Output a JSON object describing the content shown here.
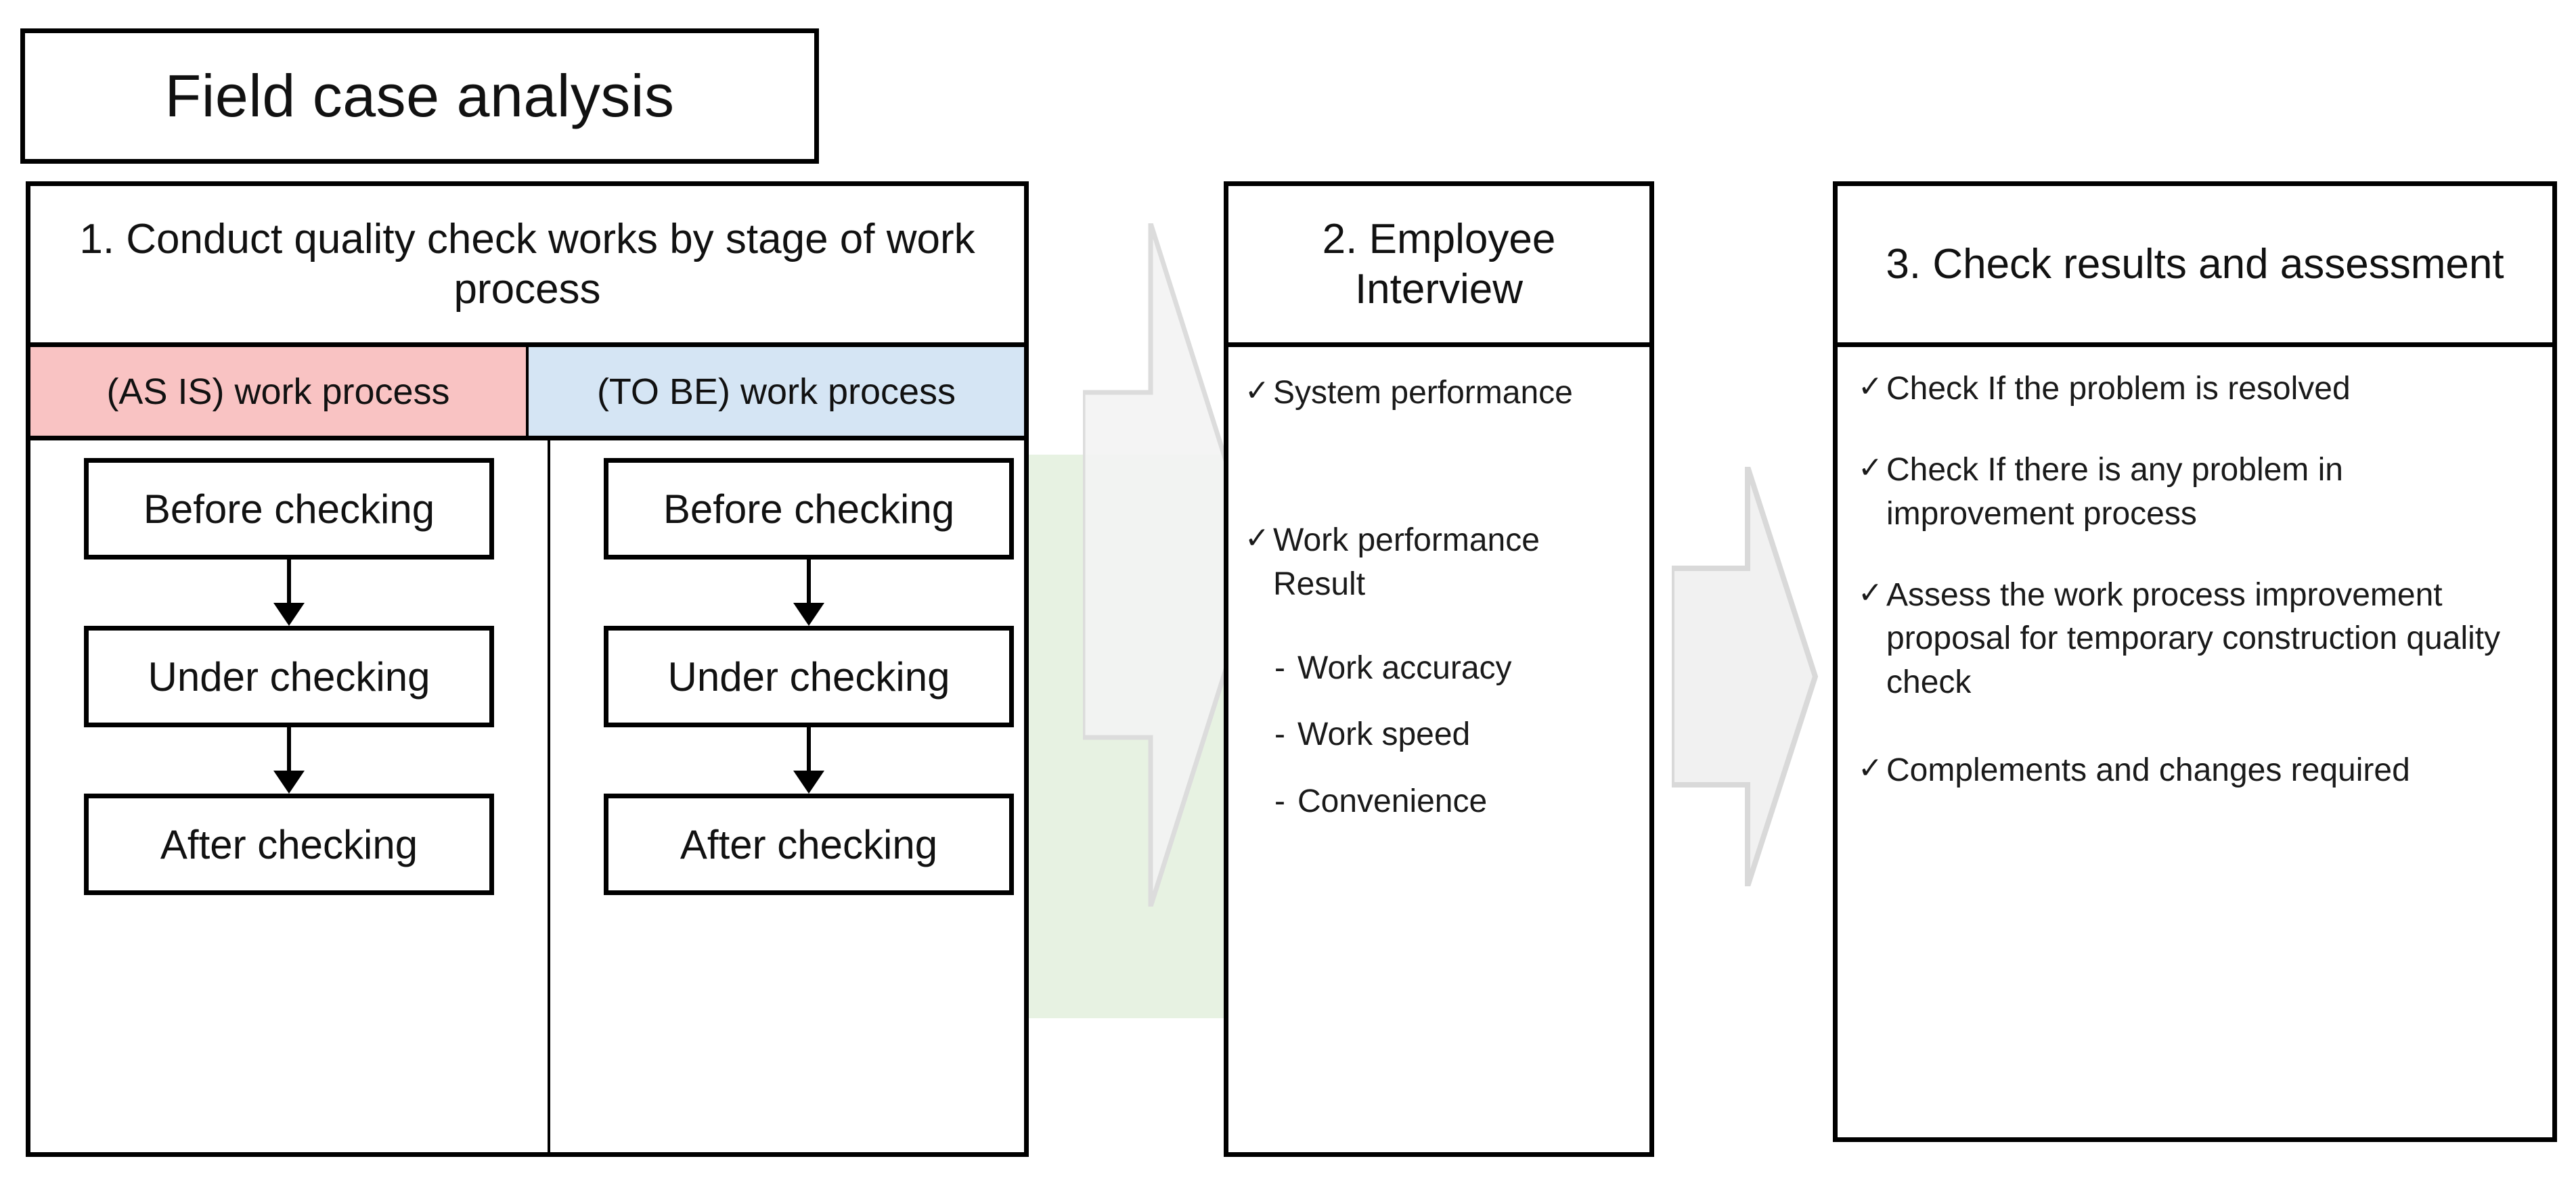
{
  "title": {
    "text": "Field case analysis"
  },
  "panels": [
    {
      "id": "panel-1",
      "heading": "1. Conduct quality check works by stage of work process",
      "columns": [
        {
          "id": "as-is",
          "header": "(AS IS) work process",
          "header_color": "#f9c3c3",
          "nodes": [
            "Before checking",
            "Under checking",
            "After checking"
          ]
        },
        {
          "id": "to-be",
          "header": "(TO BE) work process",
          "header_color": "#d5e5f4",
          "highlight_color": "#e7f2e2",
          "nodes": [
            "Before checking",
            "Under checking",
            "After checking"
          ]
        }
      ]
    },
    {
      "id": "panel-2",
      "heading": "2. Employee Interview",
      "items": [
        {
          "type": "check",
          "text": "System performance"
        },
        {
          "type": "check",
          "text": "Work performance Result"
        },
        {
          "type": "dash",
          "text": "Work accuracy"
        },
        {
          "type": "dash",
          "text": "Work speed"
        },
        {
          "type": "dash",
          "text": "Convenience"
        }
      ]
    },
    {
      "id": "panel-3",
      "heading": "3. Check results and assessment",
      "items": [
        {
          "type": "check",
          "text": "Check If the problem is resolved"
        },
        {
          "type": "check",
          "text": "Check If there is any problem in improvement process"
        },
        {
          "type": "check",
          "text": "Assess the work process improvement proposal for temporary construction quality check"
        },
        {
          "type": "check",
          "text": "Complements and changes required"
        }
      ]
    }
  ],
  "markers": {
    "check": "✓",
    "dash": "-"
  },
  "connectors": [
    {
      "id": "arrow-1",
      "from": "panel-1",
      "to": "panel-2",
      "color": "#f1f1f1"
    },
    {
      "id": "arrow-2",
      "from": "panel-2",
      "to": "panel-3",
      "color": "#f1f1f1"
    }
  ],
  "colors": {
    "as_is": "#f9c3c3",
    "to_be": "#d5e5f4",
    "highlight": "#e7f2e2",
    "arrow": "#f1f1f1",
    "arrow_stroke": "#d9d9d9",
    "border": "#000000"
  }
}
